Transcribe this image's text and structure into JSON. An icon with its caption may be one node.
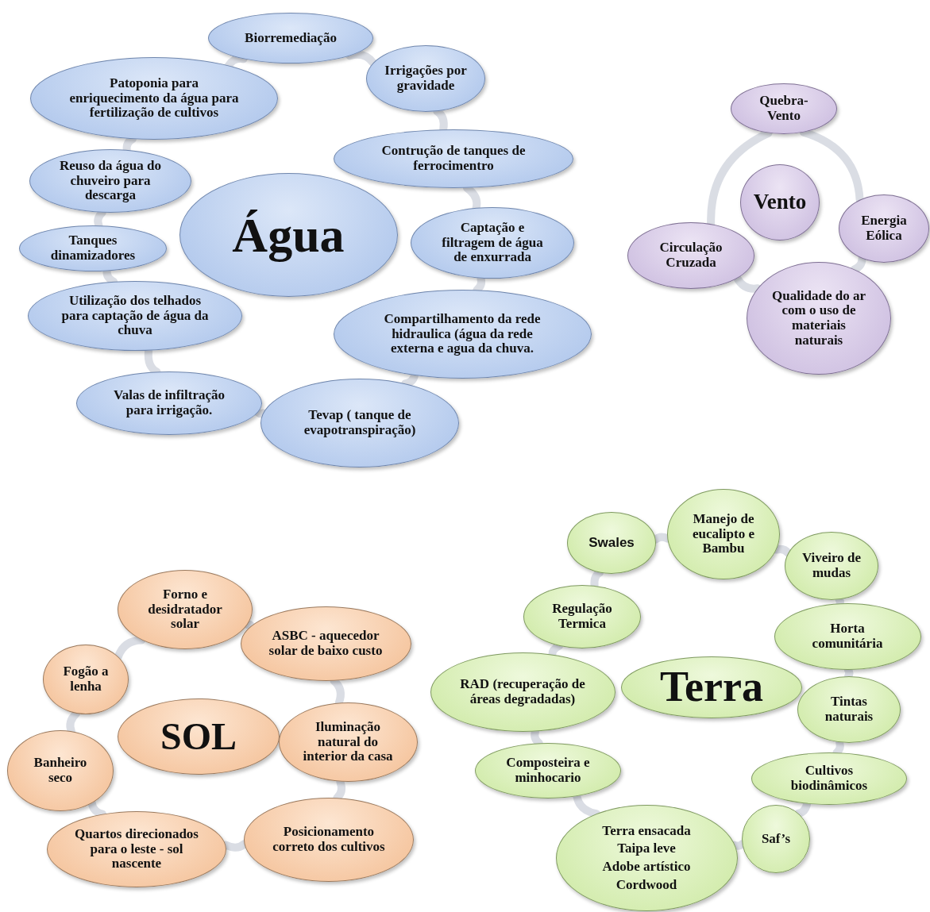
{
  "diagram": {
    "nodes": [
      {
        "text": [
          "Água"
        ]
      },
      {
        "text": [
          "Biorremediação"
        ]
      },
      {
        "text": [
          "Irrigações por gravidade"
        ]
      },
      {
        "text": [
          "Patoponia para enriquecimento da água  para fertilização de cultivos"
        ]
      },
      {
        "text": [
          "Contrução de tanques  de ferrocimentro"
        ]
      },
      {
        "text": [
          "Reuso da água do chuveiro para descarga"
        ]
      },
      {
        "text": [
          "Captação e filtragem de água de enxurrada"
        ]
      },
      {
        "text": [
          "Tanques dinamizadores"
        ]
      },
      {
        "text": [
          "Utilização dos telhados para captação de água da chuva"
        ]
      },
      {
        "text": [
          "Compartilhamento da rede hidraulica (água da rede externa e agua da chuva."
        ]
      },
      {
        "text": [
          "Valas de infiltração para irrigação."
        ]
      },
      {
        "text": [
          "Tevap ( tanque de evapotranspiração)"
        ]
      },
      {
        "text": [
          "Vento"
        ]
      },
      {
        "text": [
          "Quebra-Vento"
        ]
      },
      {
        "text": [
          "Energia Eólica"
        ]
      },
      {
        "text": [
          "Circulação Cruzada"
        ]
      },
      {
        "text": [
          "Qualidade do ar com o uso de materiais naturais"
        ]
      },
      {
        "text": [
          "SOL"
        ]
      },
      {
        "text": [
          "Forno e desidratador solar"
        ]
      },
      {
        "text": [
          "ASBC - aquecedor solar de baixo custo"
        ]
      },
      {
        "text": [
          "Fogão a lenha"
        ]
      },
      {
        "text": [
          "Iluminação natural do interior da casa"
        ]
      },
      {
        "text": [
          "Banheiro seco"
        ]
      },
      {
        "text": [
          "Quartos direcionados para o leste - sol nascente"
        ]
      },
      {
        "text": [
          "Posicionamento correto dos cultivos"
        ]
      },
      {
        "text": [
          "Terra"
        ]
      },
      {
        "text": [
          "Manejo  de eucalipto e Bambu"
        ]
      },
      {
        "text": [
          "Swales"
        ]
      },
      {
        "text": [
          "Viveiro de mudas"
        ]
      },
      {
        "text": [
          "Regulação Termica"
        ]
      },
      {
        "text": [
          "Horta comunitária"
        ]
      },
      {
        "text": [
          "RAD (recuperação de áreas degradadas)"
        ]
      },
      {
        "text": [
          "Tintas naturais"
        ]
      },
      {
        "text": [
          "Composteira e minhocario"
        ]
      },
      {
        "text": [
          "Cultivos biodinâmicos"
        ]
      },
      {
        "text": [
          "Terra ensacada",
          "Taipa leve",
          "Adobe artístico",
          "Cordwood"
        ]
      },
      {
        "text": [
          "Saf’s"
        ]
      }
    ],
    "edges": [
      {
        "from": 1,
        "to": 2,
        "arrow": "none"
      },
      {
        "from": 2,
        "to": 4,
        "arrow": "none"
      },
      {
        "from": 4,
        "to": 6,
        "arrow": "none"
      },
      {
        "from": 6,
        "to": 9,
        "arrow": "none"
      },
      {
        "from": 9,
        "to": 11,
        "arrow": "none"
      },
      {
        "from": 11,
        "to": 10,
        "arrow": "none"
      },
      {
        "from": 10,
        "to": 8,
        "arrow": "none"
      },
      {
        "from": 8,
        "to": 7,
        "arrow": "none"
      },
      {
        "from": 7,
        "to": 5,
        "arrow": "none"
      },
      {
        "from": 5,
        "to": 3,
        "arrow": "none"
      },
      {
        "from": 3,
        "to": 1,
        "arrow": "none"
      },
      {
        "from": 13,
        "to": 14,
        "arrow": "none"
      },
      {
        "from": 14,
        "to": 16,
        "arrow": "none"
      },
      {
        "from": 16,
        "to": 15,
        "arrow": "none"
      },
      {
        "from": 15,
        "to": 13,
        "arrow": "none"
      },
      {
        "from": 18,
        "to": 19,
        "arrow": "none"
      },
      {
        "from": 19,
        "to": 21,
        "arrow": "none"
      },
      {
        "from": 21,
        "to": 24,
        "arrow": "none"
      },
      {
        "from": 24,
        "to": 23,
        "arrow": "none"
      },
      {
        "from": 23,
        "to": 22,
        "arrow": "none"
      },
      {
        "from": 22,
        "to": 20,
        "arrow": "none"
      },
      {
        "from": 20,
        "to": 18,
        "arrow": "none"
      },
      {
        "from": 27,
        "to": 26,
        "arrow": "none"
      },
      {
        "from": 26,
        "to": 28,
        "arrow": "none"
      },
      {
        "from": 28,
        "to": 30,
        "arrow": "none"
      },
      {
        "from": 30,
        "to": 32,
        "arrow": "none"
      },
      {
        "from": 32,
        "to": 34,
        "arrow": "none"
      },
      {
        "from": 34,
        "to": 36,
        "arrow": "none"
      },
      {
        "from": 36,
        "to": 35,
        "arrow": "none"
      },
      {
        "from": 35,
        "to": 33,
        "arrow": "none"
      },
      {
        "from": 33,
        "to": 31,
        "arrow": "none"
      },
      {
        "from": 31,
        "to": 29,
        "arrow": "none"
      },
      {
        "from": 29,
        "to": 27,
        "arrow": "none"
      }
    ]
  }
}
